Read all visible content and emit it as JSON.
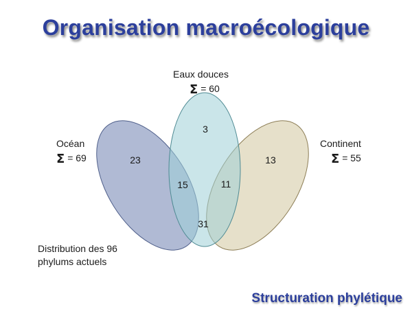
{
  "slide": {
    "title": "Organisation macroécologique",
    "footer": "Structuration phylétique"
  },
  "diagram": {
    "sets": [
      {
        "id": "ocean",
        "label": "Océan",
        "sum_symbol": "Σ",
        "sum_text": "= 69",
        "color": "#7f8fb9"
      },
      {
        "id": "eaux",
        "label": "Eaux douces",
        "sum_symbol": "Σ",
        "sum_text": "= 60",
        "color": "#a7d3d9"
      },
      {
        "id": "continent",
        "label": "Continent",
        "sum_symbol": "Σ",
        "sum_text": "= 55",
        "color": "#dcd2b3"
      }
    ],
    "regions": {
      "ocean_only": "23",
      "eaux_only": "3",
      "continent_only": "13",
      "ocean_eaux": "15",
      "eaux_continent": "11",
      "all_three": "31"
    },
    "note_line1": "Distribution des 96",
    "note_line2": "phylums actuels"
  }
}
